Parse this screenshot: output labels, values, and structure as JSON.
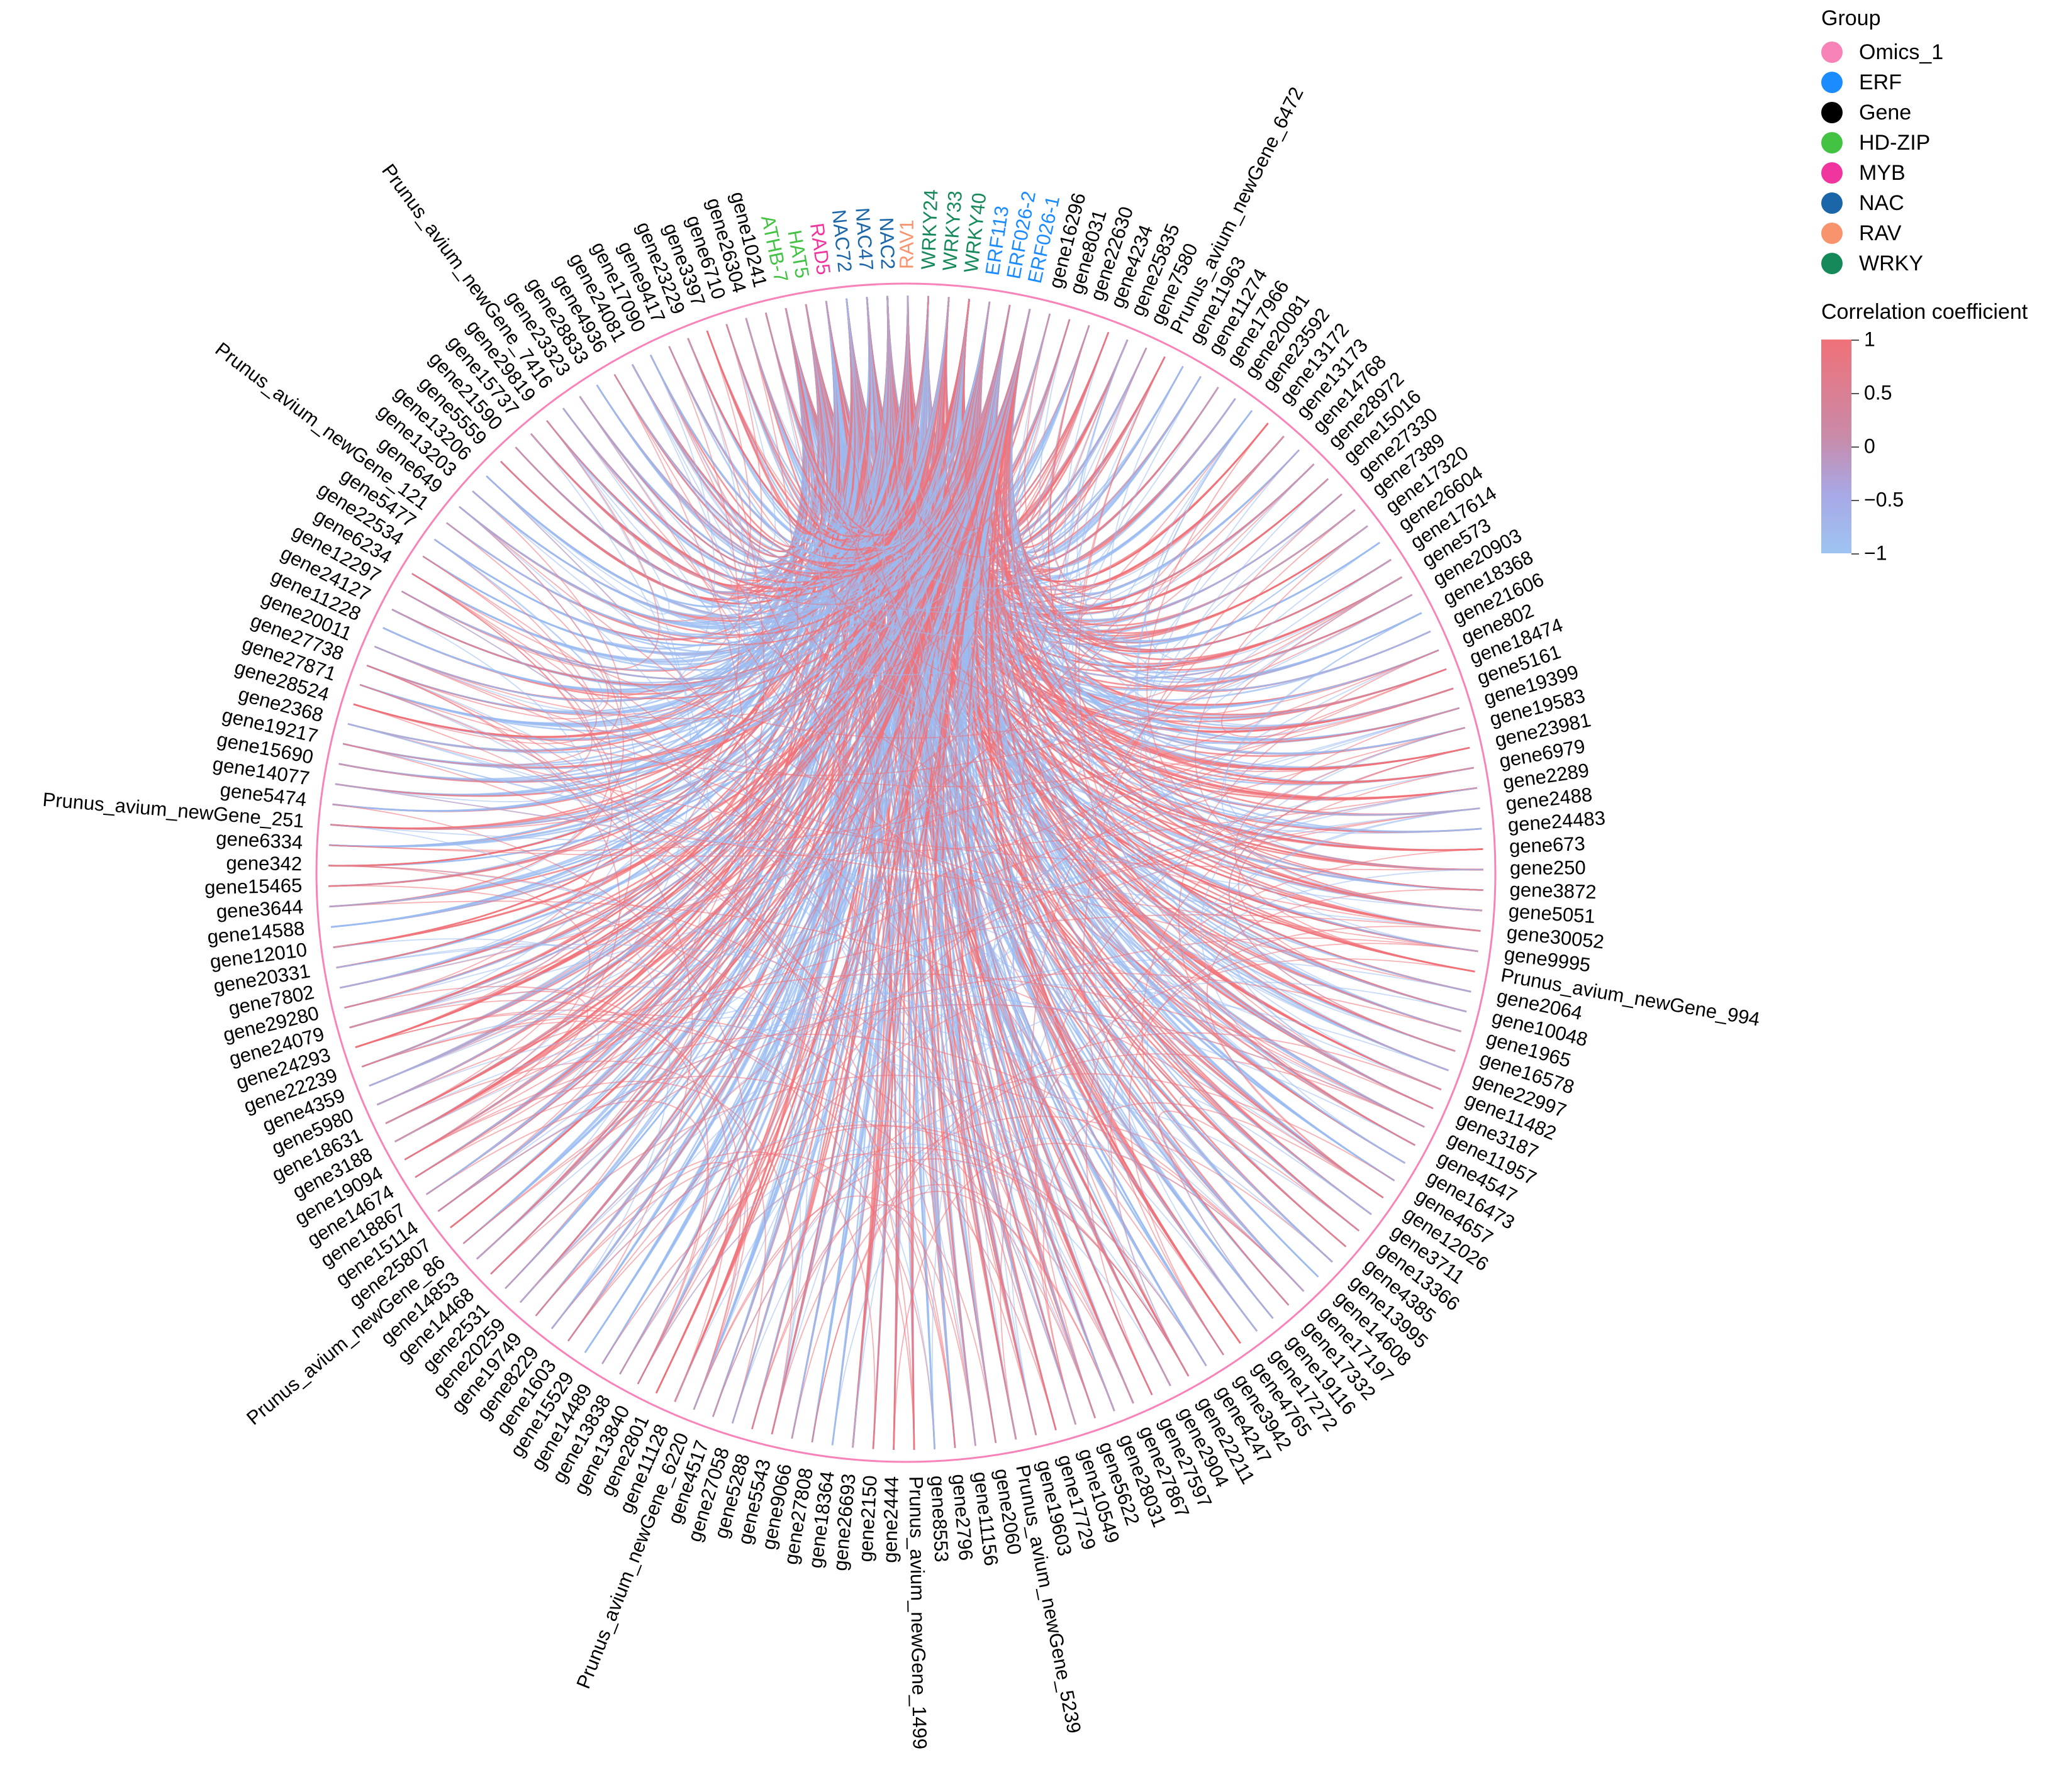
{
  "legend": {
    "group_title": "Group",
    "groups": [
      {
        "name": "Omics_1",
        "color": "#f783b8"
      },
      {
        "name": "ERF",
        "color": "#1a8cff"
      },
      {
        "name": "Gene",
        "color": "#000000"
      },
      {
        "name": "HD-ZIP",
        "color": "#44c244"
      },
      {
        "name": "MYB",
        "color": "#f0359e"
      },
      {
        "name": "NAC",
        "color": "#1a66a8"
      },
      {
        "name": "RAV",
        "color": "#f7946e"
      },
      {
        "name": "WRKY",
        "color": "#15895a"
      }
    ],
    "colorbar_title": "Correlation coefficient",
    "colorbar_ticks": [
      "1",
      "0.5",
      "0",
      "−0.5",
      "−1"
    ],
    "colorbar_colors": {
      "high": "#f07178",
      "low": "#9ec4f2"
    }
  },
  "chart_data": {
    "type": "chord",
    "ring_color": "#f783b8",
    "link_colors": {
      "positive": "#f07178",
      "negative": "#9bbcf2"
    },
    "nodes": [
      {
        "label": "ERF026-1",
        "group": "ERF"
      },
      {
        "label": "gene16296",
        "group": "Gene"
      },
      {
        "label": "gene8031",
        "group": "Gene"
      },
      {
        "label": "gene22630",
        "group": "Gene"
      },
      {
        "label": "gene4234",
        "group": "Gene"
      },
      {
        "label": "gene25835",
        "group": "Gene"
      },
      {
        "label": "gene7580",
        "group": "Gene"
      },
      {
        "label": "Prunus_avium_newGene_6472",
        "group": "Gene"
      },
      {
        "label": "gene11963",
        "group": "Gene"
      },
      {
        "label": "gene11274",
        "group": "Gene"
      },
      {
        "label": "gene17966",
        "group": "Gene"
      },
      {
        "label": "gene20081",
        "group": "Gene"
      },
      {
        "label": "gene23592",
        "group": "Gene"
      },
      {
        "label": "gene13172",
        "group": "Gene"
      },
      {
        "label": "gene13173",
        "group": "Gene"
      },
      {
        "label": "gene14768",
        "group": "Gene"
      },
      {
        "label": "gene28972",
        "group": "Gene"
      },
      {
        "label": "gene15016",
        "group": "Gene"
      },
      {
        "label": "gene27330",
        "group": "Gene"
      },
      {
        "label": "gene7389",
        "group": "Gene"
      },
      {
        "label": "gene17320",
        "group": "Gene"
      },
      {
        "label": "gene26604",
        "group": "Gene"
      },
      {
        "label": "gene17614",
        "group": "Gene"
      },
      {
        "label": "gene573",
        "group": "Gene"
      },
      {
        "label": "gene20903",
        "group": "Gene"
      },
      {
        "label": "gene18368",
        "group": "Gene"
      },
      {
        "label": "gene21606",
        "group": "Gene"
      },
      {
        "label": "gene802",
        "group": "Gene"
      },
      {
        "label": "gene18474",
        "group": "Gene"
      },
      {
        "label": "gene5161",
        "group": "Gene"
      },
      {
        "label": "gene19399",
        "group": "Gene"
      },
      {
        "label": "gene19583",
        "group": "Gene"
      },
      {
        "label": "gene23981",
        "group": "Gene"
      },
      {
        "label": "gene6979",
        "group": "Gene"
      },
      {
        "label": "gene2289",
        "group": "Gene"
      },
      {
        "label": "gene2488",
        "group": "Gene"
      },
      {
        "label": "gene24483",
        "group": "Gene"
      },
      {
        "label": "gene673",
        "group": "Gene"
      },
      {
        "label": "gene250",
        "group": "Gene"
      },
      {
        "label": "gene3872",
        "group": "Gene"
      },
      {
        "label": "gene5051",
        "group": "Gene"
      },
      {
        "label": "gene30052",
        "group": "Gene"
      },
      {
        "label": "gene9995",
        "group": "Gene"
      },
      {
        "label": "Prunus_avium_newGene_994",
        "group": "Gene"
      },
      {
        "label": "gene2064",
        "group": "Gene"
      },
      {
        "label": "gene10048",
        "group": "Gene"
      },
      {
        "label": "gene1965",
        "group": "Gene"
      },
      {
        "label": "gene16578",
        "group": "Gene"
      },
      {
        "label": "gene22997",
        "group": "Gene"
      },
      {
        "label": "gene11482",
        "group": "Gene"
      },
      {
        "label": "gene3187",
        "group": "Gene"
      },
      {
        "label": "gene11957",
        "group": "Gene"
      },
      {
        "label": "gene4547",
        "group": "Gene"
      },
      {
        "label": "gene16473",
        "group": "Gene"
      },
      {
        "label": "gene4657",
        "group": "Gene"
      },
      {
        "label": "gene12026",
        "group": "Gene"
      },
      {
        "label": "gene3711",
        "group": "Gene"
      },
      {
        "label": "gene13366",
        "group": "Gene"
      },
      {
        "label": "gene4385",
        "group": "Gene"
      },
      {
        "label": "gene13995",
        "group": "Gene"
      },
      {
        "label": "gene14608",
        "group": "Gene"
      },
      {
        "label": "gene17197",
        "group": "Gene"
      },
      {
        "label": "gene17332",
        "group": "Gene"
      },
      {
        "label": "gene19116",
        "group": "Gene"
      },
      {
        "label": "gene17272",
        "group": "Gene"
      },
      {
        "label": "gene4765",
        "group": "Gene"
      },
      {
        "label": "gene3942",
        "group": "Gene"
      },
      {
        "label": "gene4247",
        "group": "Gene"
      },
      {
        "label": "gene22211",
        "group": "Gene"
      },
      {
        "label": "gene2904",
        "group": "Gene"
      },
      {
        "label": "gene27597",
        "group": "Gene"
      },
      {
        "label": "gene27867",
        "group": "Gene"
      },
      {
        "label": "gene28031",
        "group": "Gene"
      },
      {
        "label": "gene5622",
        "group": "Gene"
      },
      {
        "label": "gene10549",
        "group": "Gene"
      },
      {
        "label": "gene17729",
        "group": "Gene"
      },
      {
        "label": "gene19603",
        "group": "Gene"
      },
      {
        "label": "Prunus_avium_newGene_5239",
        "group": "Gene"
      },
      {
        "label": "gene2060",
        "group": "Gene"
      },
      {
        "label": "gene11156",
        "group": "Gene"
      },
      {
        "label": "gene2796",
        "group": "Gene"
      },
      {
        "label": "gene8553",
        "group": "Gene"
      },
      {
        "label": "Prunus_avium_newGene_1499",
        "group": "Gene"
      },
      {
        "label": "gene2444",
        "group": "Gene"
      },
      {
        "label": "gene2150",
        "group": "Gene"
      },
      {
        "label": "gene26693",
        "group": "Gene"
      },
      {
        "label": "gene18364",
        "group": "Gene"
      },
      {
        "label": "gene27808",
        "group": "Gene"
      },
      {
        "label": "gene9066",
        "group": "Gene"
      },
      {
        "label": "gene5543",
        "group": "Gene"
      },
      {
        "label": "gene5288",
        "group": "Gene"
      },
      {
        "label": "gene27058",
        "group": "Gene"
      },
      {
        "label": "gene4517",
        "group": "Gene"
      },
      {
        "label": "Prunus_avium_newGene_6220",
        "group": "Gene"
      },
      {
        "label": "gene11128",
        "group": "Gene"
      },
      {
        "label": "gene2801",
        "group": "Gene"
      },
      {
        "label": "gene13840",
        "group": "Gene"
      },
      {
        "label": "gene13838",
        "group": "Gene"
      },
      {
        "label": "gene14489",
        "group": "Gene"
      },
      {
        "label": "gene15529",
        "group": "Gene"
      },
      {
        "label": "gene1603",
        "group": "Gene"
      },
      {
        "label": "gene8229",
        "group": "Gene"
      },
      {
        "label": "gene19749",
        "group": "Gene"
      },
      {
        "label": "gene20259",
        "group": "Gene"
      },
      {
        "label": "gene2531",
        "group": "Gene"
      },
      {
        "label": "gene14468",
        "group": "Gene"
      },
      {
        "label": "gene14853",
        "group": "Gene"
      },
      {
        "label": "Prunus_avium_newGene_86",
        "group": "Gene"
      },
      {
        "label": "gene25807",
        "group": "Gene"
      },
      {
        "label": "gene15114",
        "group": "Gene"
      },
      {
        "label": "gene18867",
        "group": "Gene"
      },
      {
        "label": "gene14674",
        "group": "Gene"
      },
      {
        "label": "gene19094",
        "group": "Gene"
      },
      {
        "label": "gene3188",
        "group": "Gene"
      },
      {
        "label": "gene18631",
        "group": "Gene"
      },
      {
        "label": "gene5980",
        "group": "Gene"
      },
      {
        "label": "gene4359",
        "group": "Gene"
      },
      {
        "label": "gene22239",
        "group": "Gene"
      },
      {
        "label": "gene24293",
        "group": "Gene"
      },
      {
        "label": "gene24079",
        "group": "Gene"
      },
      {
        "label": "gene29280",
        "group": "Gene"
      },
      {
        "label": "gene7802",
        "group": "Gene"
      },
      {
        "label": "gene20331",
        "group": "Gene"
      },
      {
        "label": "gene12010",
        "group": "Gene"
      },
      {
        "label": "gene14588",
        "group": "Gene"
      },
      {
        "label": "gene3644",
        "group": "Gene"
      },
      {
        "label": "gene15465",
        "group": "Gene"
      },
      {
        "label": "gene342",
        "group": "Gene"
      },
      {
        "label": "gene6334",
        "group": "Gene"
      },
      {
        "label": "Prunus_avium_newGene_251",
        "group": "Gene"
      },
      {
        "label": "gene5474",
        "group": "Gene"
      },
      {
        "label": "gene14077",
        "group": "Gene"
      },
      {
        "label": "gene15690",
        "group": "Gene"
      },
      {
        "label": "gene19217",
        "group": "Gene"
      },
      {
        "label": "gene2368",
        "group": "Gene"
      },
      {
        "label": "gene28524",
        "group": "Gene"
      },
      {
        "label": "gene27871",
        "group": "Gene"
      },
      {
        "label": "gene27738",
        "group": "Gene"
      },
      {
        "label": "gene20011",
        "group": "Gene"
      },
      {
        "label": "gene11228",
        "group": "Gene"
      },
      {
        "label": "gene24127",
        "group": "Gene"
      },
      {
        "label": "gene12297",
        "group": "Gene"
      },
      {
        "label": "gene6234",
        "group": "Gene"
      },
      {
        "label": "gene22534",
        "group": "Gene"
      },
      {
        "label": "gene5477",
        "group": "Gene"
      },
      {
        "label": "Prunus_avium_newGene_121",
        "group": "Gene"
      },
      {
        "label": "gene649",
        "group": "Gene"
      },
      {
        "label": "gene13203",
        "group": "Gene"
      },
      {
        "label": "gene13206",
        "group": "Gene"
      },
      {
        "label": "gene5559",
        "group": "Gene"
      },
      {
        "label": "gene21590",
        "group": "Gene"
      },
      {
        "label": "gene15737",
        "group": "Gene"
      },
      {
        "label": "gene29819",
        "group": "Gene"
      },
      {
        "label": "Prunus_avium_newGene_7416",
        "group": "Gene"
      },
      {
        "label": "gene23323",
        "group": "Gene"
      },
      {
        "label": "gene28833",
        "group": "Gene"
      },
      {
        "label": "gene4936",
        "group": "Gene"
      },
      {
        "label": "gene24081",
        "group": "Gene"
      },
      {
        "label": "gene17090",
        "group": "Gene"
      },
      {
        "label": "gene9417",
        "group": "Gene"
      },
      {
        "label": "gene23229",
        "group": "Gene"
      },
      {
        "label": "gene3397",
        "group": "Gene"
      },
      {
        "label": "gene6710",
        "group": "Gene"
      },
      {
        "label": "gene26304",
        "group": "Gene"
      },
      {
        "label": "gene10241",
        "group": "Gene"
      },
      {
        "label": "ATHB-7",
        "group": "HD-ZIP"
      },
      {
        "label": "HAT5",
        "group": "HD-ZIP"
      },
      {
        "label": "RAD5",
        "group": "MYB"
      },
      {
        "label": "NAC72",
        "group": "NAC"
      },
      {
        "label": "NAC47",
        "group": "NAC"
      },
      {
        "label": "NAC2",
        "group": "NAC"
      },
      {
        "label": "RAV1",
        "group": "RAV"
      },
      {
        "label": "WRKY24",
        "group": "WRKY"
      },
      {
        "label": "WRKY33",
        "group": "WRKY"
      },
      {
        "label": "WRKY40",
        "group": "WRKY"
      },
      {
        "label": "ERF113",
        "group": "ERF"
      },
      {
        "label": "ERF026-2",
        "group": "ERF"
      }
    ]
  }
}
